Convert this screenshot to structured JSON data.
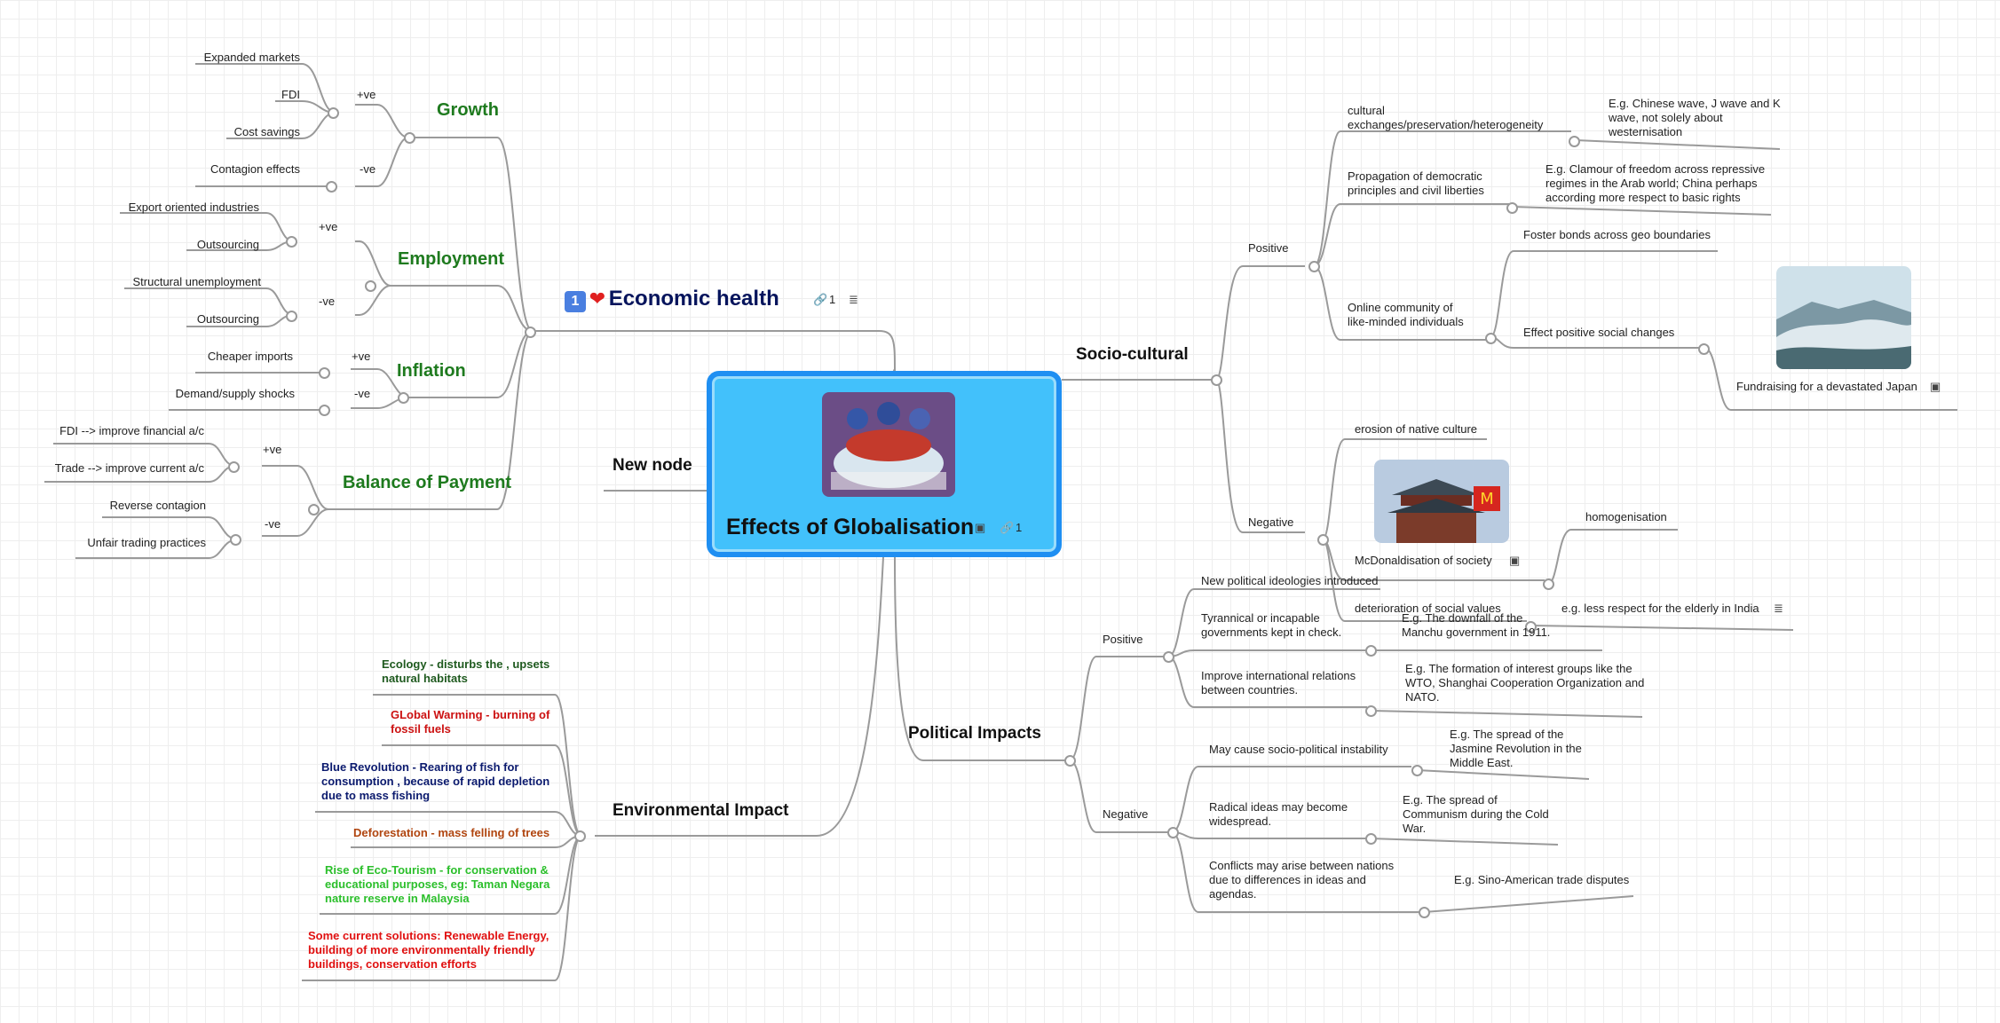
{
  "colors": {
    "root_fill": "#42c1fb",
    "root_border": "#1f8ff2",
    "economic_title": "#06145c",
    "green_branch": "#1e7a1e",
    "ecology": "#1f5a1f",
    "global_warming": "#cc1111",
    "blue_revolution": "#0b1a6e",
    "deforestation": "#b0450f",
    "eco_tourism": "#2bbf2b",
    "solutions": "#e01010"
  },
  "root": {
    "title": "Effects of Globalisation",
    "link_count": "1",
    "image_icon": "image-icon",
    "link_icon": "link-icon"
  },
  "economic": {
    "number_badge": "1",
    "heart": "❤",
    "title": "Economic health",
    "link_count": "1",
    "notes_icon": "notes-icon",
    "growth": {
      "title": "Growth",
      "pos": "+ve",
      "neg": "-ve",
      "pos_items": [
        "Expanded markets",
        "FDI",
        "Cost savings"
      ],
      "neg_items": [
        "Contagion effects"
      ]
    },
    "employment": {
      "title": "Employment",
      "pos": "+ve",
      "neg": "-ve",
      "pos_items": [
        "Export oriented industries",
        "Outsourcing"
      ],
      "neg_items": [
        "Structural unemployment",
        "Outsourcing"
      ]
    },
    "inflation": {
      "title": "Inflation",
      "pos": "+ve",
      "neg": "-ve",
      "pos_items": [
        "Cheaper imports"
      ],
      "neg_items": [
        "Demand/supply shocks"
      ]
    },
    "bop": {
      "title": "Balance of Payment",
      "pos": "+ve",
      "neg": "-ve",
      "pos_items": [
        "FDI --> improve financial a/c",
        "Trade --> improve current a/c"
      ],
      "neg_items": [
        "Reverse contagion",
        "Unfair trading practices"
      ]
    }
  },
  "new_node": "New node",
  "environmental": {
    "title": "Environmental Impact",
    "items": [
      "Ecology - disturbs the , upsets natural habitats",
      "GLobal Warming - burning of fossil fuels",
      "Blue Revolution - Rearing of fish for consumption , because of rapid depletion due to mass fishing",
      "Deforestation - mass felling of trees",
      "Rise of Eco-Tourism - for conservation & educational purposes, eg: Taman Negara nature reserve in Malaysia",
      "Some current solutions: Renewable Energy, building of more environmentally friendly buildings, conservation efforts"
    ]
  },
  "socio": {
    "title": "Socio-cultural",
    "positive": "Positive",
    "negative": "Negative",
    "cultural": "cultural exchanges/preservation/heterogeneity",
    "cultural_eg": "E.g. Chinese wave, J wave and K wave, not solely about westernisation",
    "democratic": "Propagation of democratic principles and civil liberties",
    "democratic_eg": "E.g. Clamour of freedom across repressive regimes in the Arab world; China perhaps according more respect to basic rights",
    "online": "Online community of like-minded individuals",
    "foster": "Foster bonds across geo boundaries",
    "effect": "Effect positive social changes",
    "fundraising": "Fundraising for a devastated Japan",
    "erosion": "erosion of native culture",
    "mcdonald": "McDonaldisation of society",
    "homogenisation": "homogenisation",
    "deterioration": "deterioration of social values",
    "elderly": "e.g. less respect for the elderly in India"
  },
  "political": {
    "title": "Political Impacts",
    "positive": "Positive",
    "negative": "Negative",
    "new_ideologies": "New political ideologies introduced",
    "tyrannical": "Tyrannical or incapable governments kept in check.",
    "manchu": "E.g. The downfall of the Manchu government in 1911.",
    "improve": "Improve international relations between countries.",
    "wto": "E.g. The formation of interest groups like the WTO, Shanghai Cooperation Organization and NATO.",
    "instability": "May cause socio-political instability",
    "jasmine": "E.g. The spread of the Jasmine Revolution in the Middle East.",
    "radical": "Radical ideas may become widespread.",
    "communism": "E.g. The spread of Communism during the Cold War.",
    "conflicts": "Conflicts may arise between nations due to differences in ideas and agendas.",
    "sino": "E.g. Sino-American trade disputes"
  }
}
